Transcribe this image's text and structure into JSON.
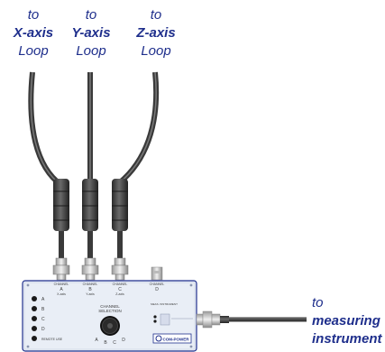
{
  "loops": [
    {
      "to": "to",
      "axis": "X-axis",
      "loop": "Loop",
      "port": "A",
      "port_sub": "X-axis"
    },
    {
      "to": "to",
      "axis": "Y-axis",
      "loop": "Loop",
      "port": "B",
      "port_sub": "Y-axis"
    },
    {
      "to": "to",
      "axis": "Z-axis",
      "loop": "Loop",
      "port": "C",
      "port_sub": "Z-axis"
    }
  ],
  "extra_port": {
    "label": "CHANNEL",
    "letter": "D"
  },
  "output": {
    "to": "to",
    "line1": "measuring",
    "line2": "instrument"
  },
  "box": {
    "leds": [
      "A",
      "B",
      "C",
      "D"
    ],
    "remote": "REMOTE USE",
    "selection_title": "CHANNEL",
    "selection_sub": "SELECTION",
    "selector_letters": [
      "A",
      "B",
      "C",
      "D"
    ],
    "mid_label": "MEAS. INSTRUMENT",
    "brand": "COM-POWER"
  },
  "colors": {
    "label_text": "#1f2f8c",
    "cable": "#3a3a3a",
    "box_face": "#e9eef6",
    "box_border": "#1f2f8c"
  }
}
